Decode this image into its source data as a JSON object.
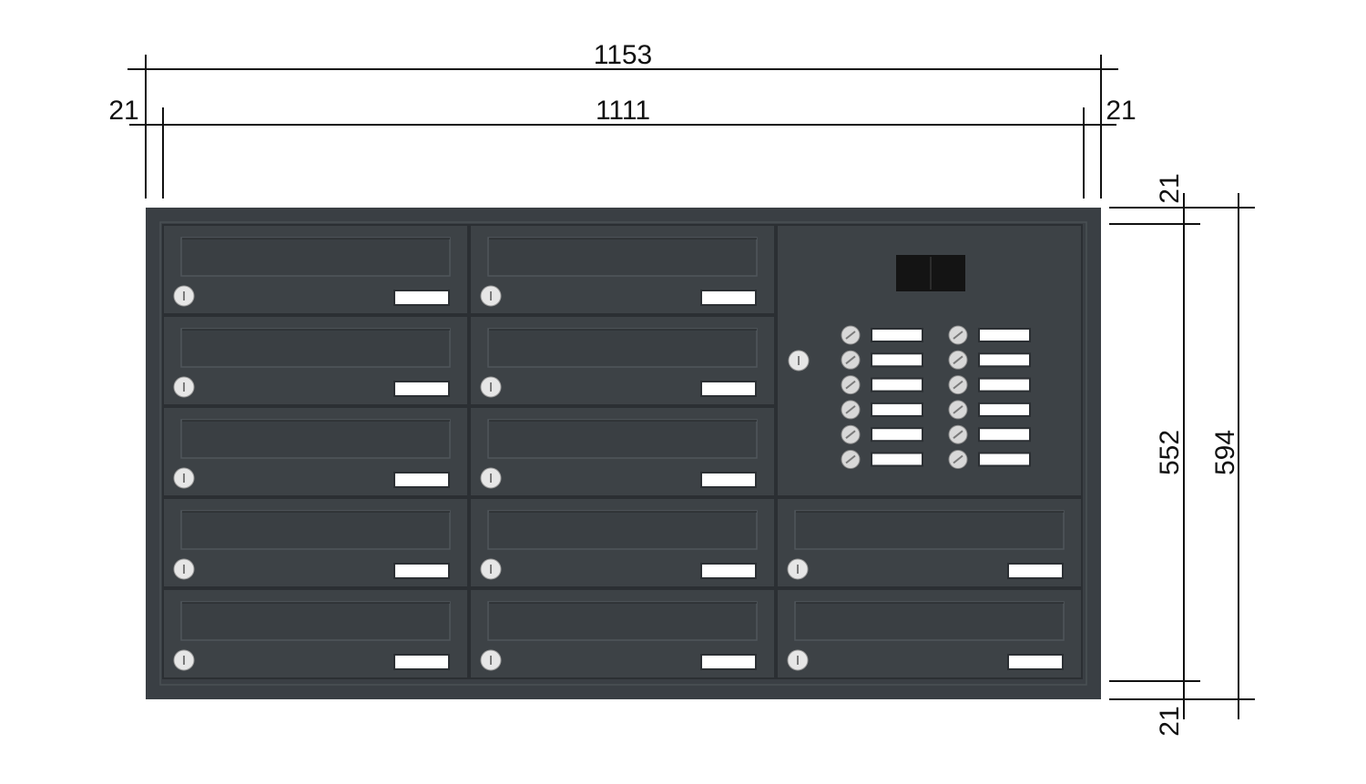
{
  "dimensions": {
    "total_width": "1153",
    "inner_width": "1111",
    "left_frame": "21",
    "right_frame": "21",
    "top_frame": "21",
    "bottom_frame": "21",
    "inner_height": "552",
    "total_height": "594"
  },
  "mailbox_unit": {
    "columns": 3,
    "rows": 5,
    "intercom": {
      "position": "top-right, spanning rows 1-3",
      "bell_button_columns": 2,
      "bell_buttons_per_column": 6,
      "has_camera": true
    }
  },
  "colors": {
    "frame": "#3a3f44",
    "door": "#3d4246",
    "door_edge": "#2b2f33",
    "nameplate": "#ffffff",
    "lock": "#e6e6e6",
    "dimension_line": "#111111",
    "camera": "#141414"
  }
}
